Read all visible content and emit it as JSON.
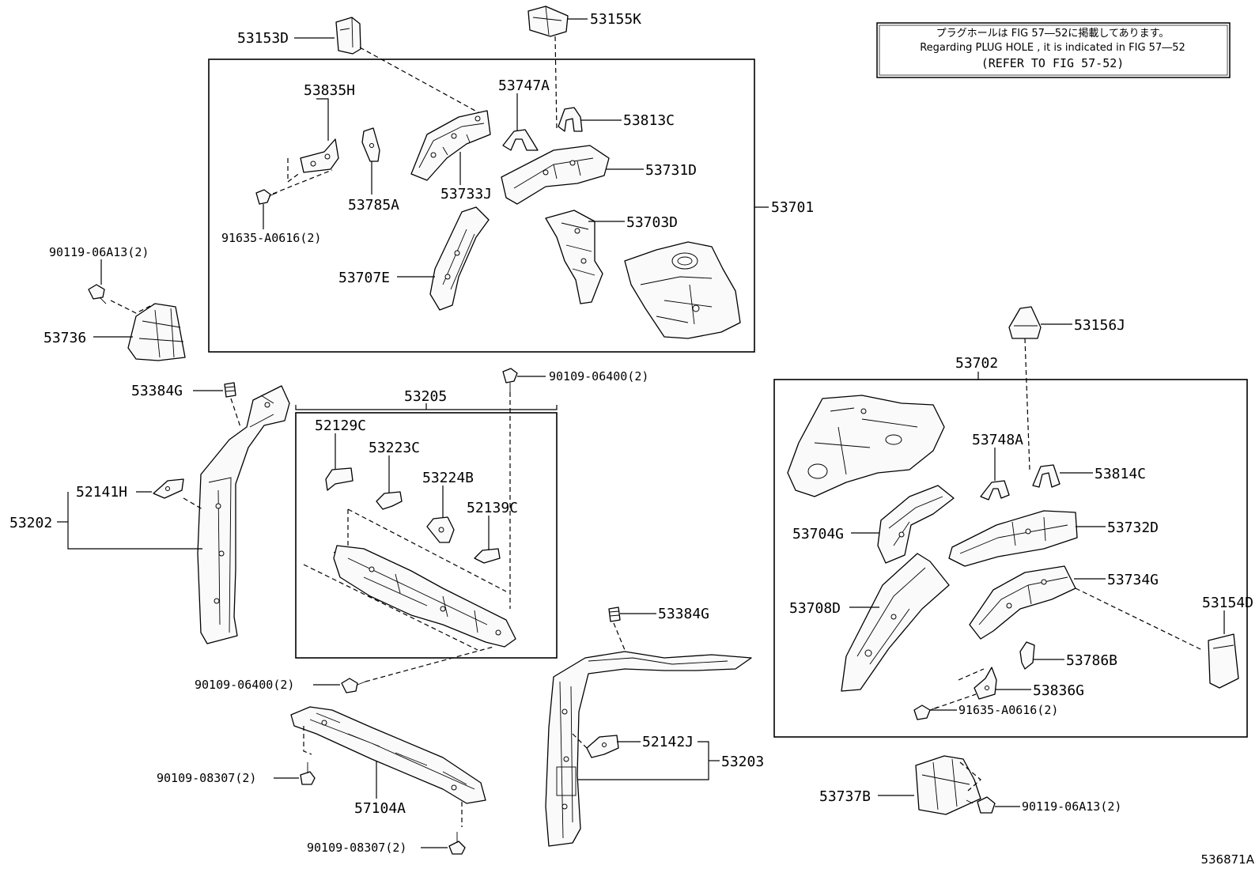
{
  "note": {
    "line1": "プラグホールは FIG  57―52に掲載してあります。",
    "line2": "Regarding  PLUG  HOLE , it is indicated in FIG  57―52",
    "line3": "(REFER TO FIG 57-52)"
  },
  "figure_id": "536871A",
  "labels": {
    "p53153D": "53153D",
    "p53155K": "53155K",
    "p53835H": "53835H",
    "p53747A": "53747A",
    "p53813C": "53813C",
    "p53731D": "53731D",
    "p53733J": "53733J",
    "p53785A": "53785A",
    "p91635_top": "91635-A0616(2)",
    "p53703D": "53703D",
    "p53701": "53701",
    "p53707E": "53707E",
    "p90119_left": "90119-06A13(2)",
    "p53736": "53736",
    "p53384G_left": "53384G",
    "p90109_06400_top": "90109-06400(2)",
    "p53205": "53205",
    "p52129C": "52129C",
    "p53223C": "53223C",
    "p53224B": "53224B",
    "p52139C": "52139C",
    "p52141H": "52141H",
    "p53202": "53202",
    "p90109_06400_bot": "90109-06400(2)",
    "p90109_08307_left": "90109-08307(2)",
    "p57104A": "57104A",
    "p90109_08307_bot": "90109-08307(2)",
    "p53384G_mid": "53384G",
    "p52142J": "52142J",
    "p53203": "53203",
    "p53156J": "53156J",
    "p53702": "53702",
    "p53748A": "53748A",
    "p53814C": "53814C",
    "p53704G": "53704G",
    "p53732D": "53732D",
    "p53734G": "53734G",
    "p53708D": "53708D",
    "p53154D": "53154D",
    "p53786B": "53786B",
    "p53836G": "53836G",
    "p91635_right": "91635-A0616(2)",
    "p53737B": "53737B",
    "p90119_right": "90119-06A13(2)"
  }
}
